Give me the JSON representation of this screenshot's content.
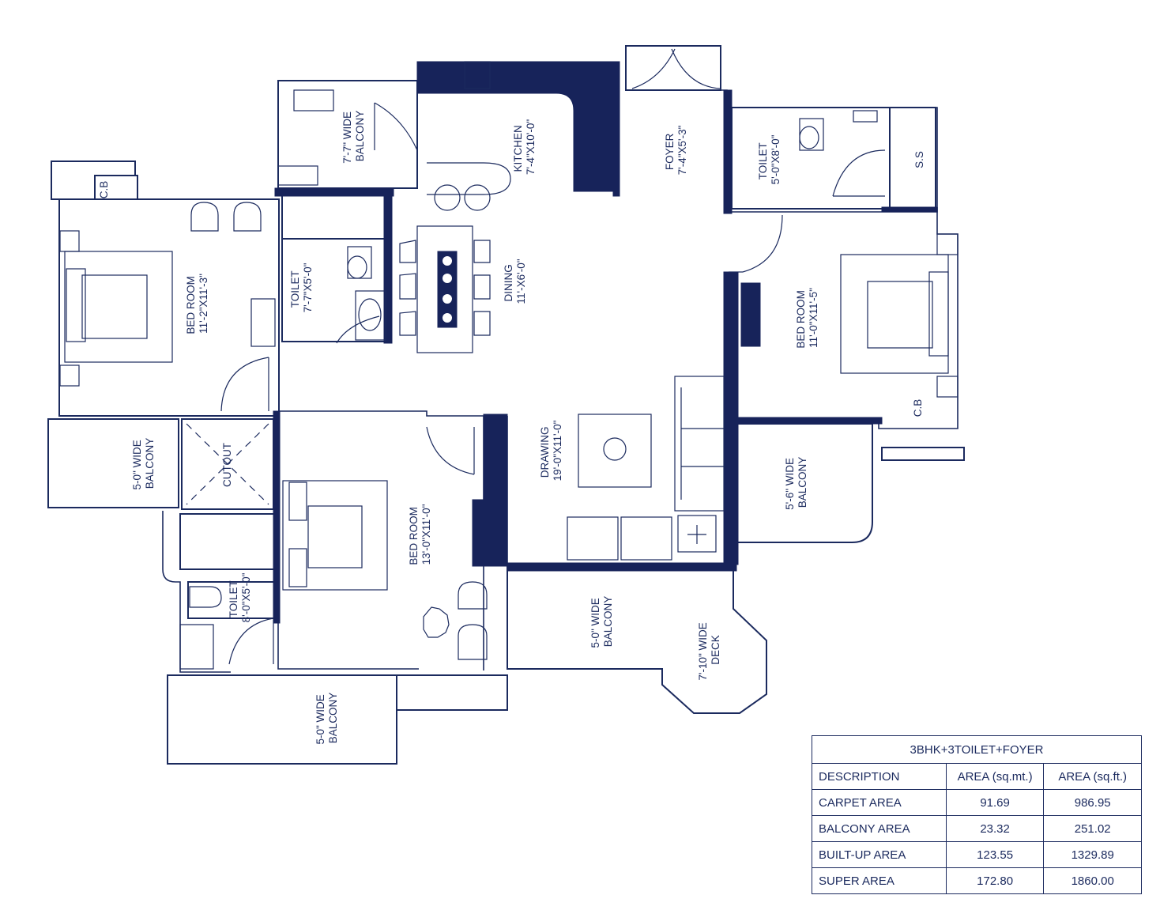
{
  "rooms": {
    "balcony_top": [
      "7'-7\" WIDE",
      "BALCONY"
    ],
    "kitchen": [
      "KITCHEN",
      "7'-4\"X10'-0\""
    ],
    "foyer": [
      "FOYER",
      "7'-4\"X5'-3\""
    ],
    "toilet_right": [
      "TOILET",
      "5'-0\"X8'-0\""
    ],
    "ss": [
      "S.S"
    ],
    "cb_left": [
      "C.B"
    ],
    "bedroom_left": [
      "BED ROOM",
      "11'-2\"X11'-3\""
    ],
    "toilet_center": [
      "TOILET",
      "7'-7\"X5'-0\""
    ],
    "dining": [
      "DINING",
      "11'-X6'-0\""
    ],
    "bedroom_right": [
      "BED ROOM",
      "11'-0\"X11'-5\""
    ],
    "cb_right": [
      "C.B"
    ],
    "balcony_left": [
      "5-0\" WIDE",
      "BALCONY"
    ],
    "cutout": [
      "CUTOUT"
    ],
    "drawing": [
      "DRAWING",
      "19'-0\"X11'-0\""
    ],
    "balcony_right": [
      "5'-6\" WIDE",
      "BALCONY"
    ],
    "bedroom_bottom": [
      "BED ROOM",
      "13'-0\"X11'-0\""
    ],
    "toilet_bottom": [
      "TOILET",
      "8'-0\"X5'-0\""
    ],
    "balcony_bottom_mid": [
      "5-0\" WIDE",
      "BALCONY"
    ],
    "deck": [
      "7'-10\" WIDE",
      "DECK"
    ],
    "balcony_bottom": [
      "5-0\" WIDE",
      "BALCONY"
    ]
  },
  "area_table": {
    "title": "3BHK+3TOILET+FOYER",
    "headers": [
      "DESCRIPTION",
      "AREA (sq.mt.)",
      "AREA (sq.ft.)"
    ],
    "rows": [
      [
        "CARPET AREA",
        "91.69",
        "986.95"
      ],
      [
        "BALCONY AREA",
        "23.32",
        "251.02"
      ],
      [
        "BUILT-UP AREA",
        "123.55",
        "1329.89"
      ],
      [
        "SUPER AREA",
        "172.80",
        "1860.00"
      ]
    ]
  },
  "colors": {
    "ink": "#1b2a5e",
    "wall_fill": "#17235a"
  }
}
